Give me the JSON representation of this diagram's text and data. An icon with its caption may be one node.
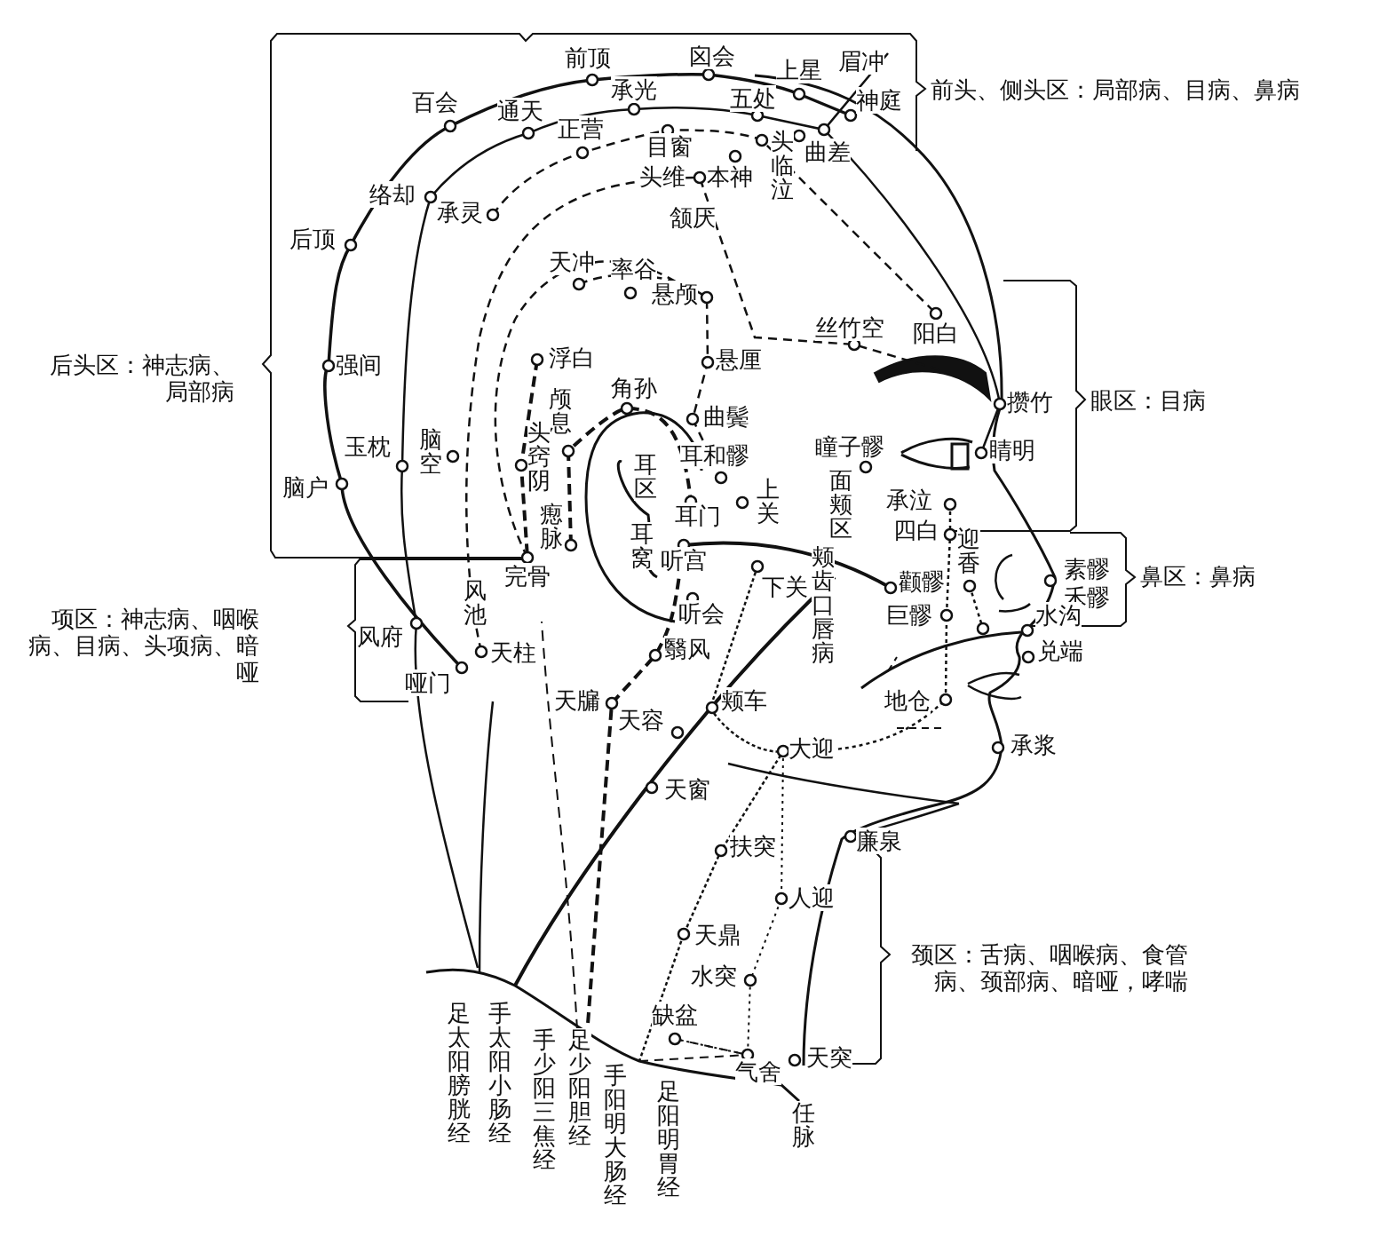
{
  "diagram": {
    "labels": [
      "前顶",
      "囟会",
      "上星",
      "眉冲",
      "百会",
      "承光",
      "五处",
      "神庭",
      "前头、侧头区：局部病、目病、鼻病",
      "通天",
      "正营",
      "目窗",
      "头临泣",
      "曲差",
      "头维",
      "本神",
      "络却",
      "承灵",
      "后顶",
      "颔厌",
      "天冲",
      "率谷",
      "悬颅",
      "丝竹空",
      "阳白",
      "浮白",
      "悬厘",
      "后头区：神志病、局部病",
      "强间",
      "颅息",
      "角孙",
      "攒竹",
      "眼区：目病",
      "曲鬓",
      "玉枕",
      "脑空",
      "头窍阴",
      "耳和髎",
      "瞳子髎",
      "睛明",
      "耳区",
      "面颊区",
      "脑户",
      "承泣",
      "上关",
      "耳门",
      "四白",
      "迎香",
      "瘛脉",
      "耳窝",
      "听宫",
      "颊齿口唇病",
      "素髎",
      "鼻区：鼻病",
      "禾髎",
      "完骨",
      "下关",
      "颧髎",
      "风池",
      "项区：神志病、咽喉病、目病、头项病、暗哑",
      "听会",
      "巨髎",
      "水沟",
      "风府",
      "天柱",
      "翳风",
      "兑端",
      "哑门",
      "天牖",
      "颊车",
      "地仓",
      "天容",
      "大迎",
      "承浆",
      "天窗",
      "扶突",
      "廉泉",
      "人迎",
      "颈区：舌病、咽喉病、食管病、颈部病、暗哑，哮喘",
      "天鼎",
      "水突",
      "缺盆",
      "天突",
      "气舍",
      "足太阳膀胱经",
      "手太阳小肠经",
      "手少阳三焦经",
      "足少阳胆经",
      "手阳明大肠经",
      "足阳明胃经",
      "任脉"
    ]
  }
}
